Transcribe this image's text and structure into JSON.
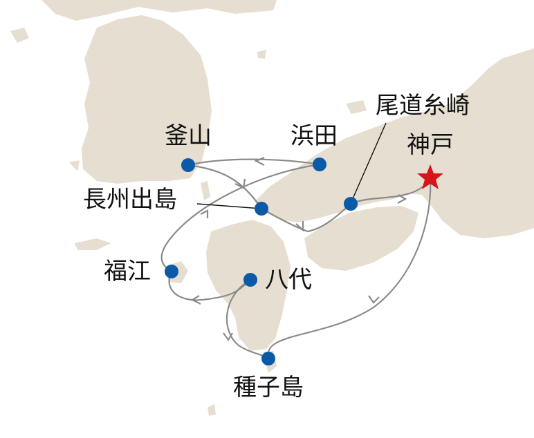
{
  "colors": {
    "land": "#e6ded0",
    "sea": "#ffffff",
    "route": "#8a8a8a",
    "port": "#0a5aa8",
    "start": "#d7141a",
    "leader": "#111111"
  },
  "ports": {
    "busan": "釜山",
    "hamada": "浜田",
    "onomichi": "尾道糸崎",
    "kobe": "神戸",
    "nagato": "長州出島",
    "fukue": "福江",
    "yatsushiro": "八代",
    "tanegashima": "種子島"
  },
  "start_marker": "star-icon"
}
